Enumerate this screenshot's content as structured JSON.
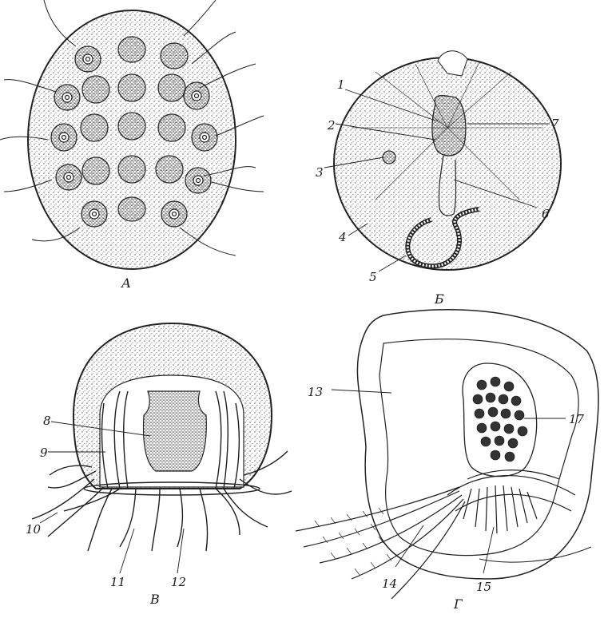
{
  "panels": {
    "A": {
      "caption": "А"
    },
    "B": {
      "caption": "Б",
      "labels": [
        "1",
        "2",
        "3",
        "4",
        "5",
        "6",
        "7"
      ]
    },
    "V": {
      "caption": "В",
      "labels": [
        "8",
        "9",
        "10",
        "11",
        "12"
      ]
    },
    "G": {
      "caption": "Г",
      "labels": [
        "13",
        "14",
        "15",
        "17"
      ]
    }
  }
}
